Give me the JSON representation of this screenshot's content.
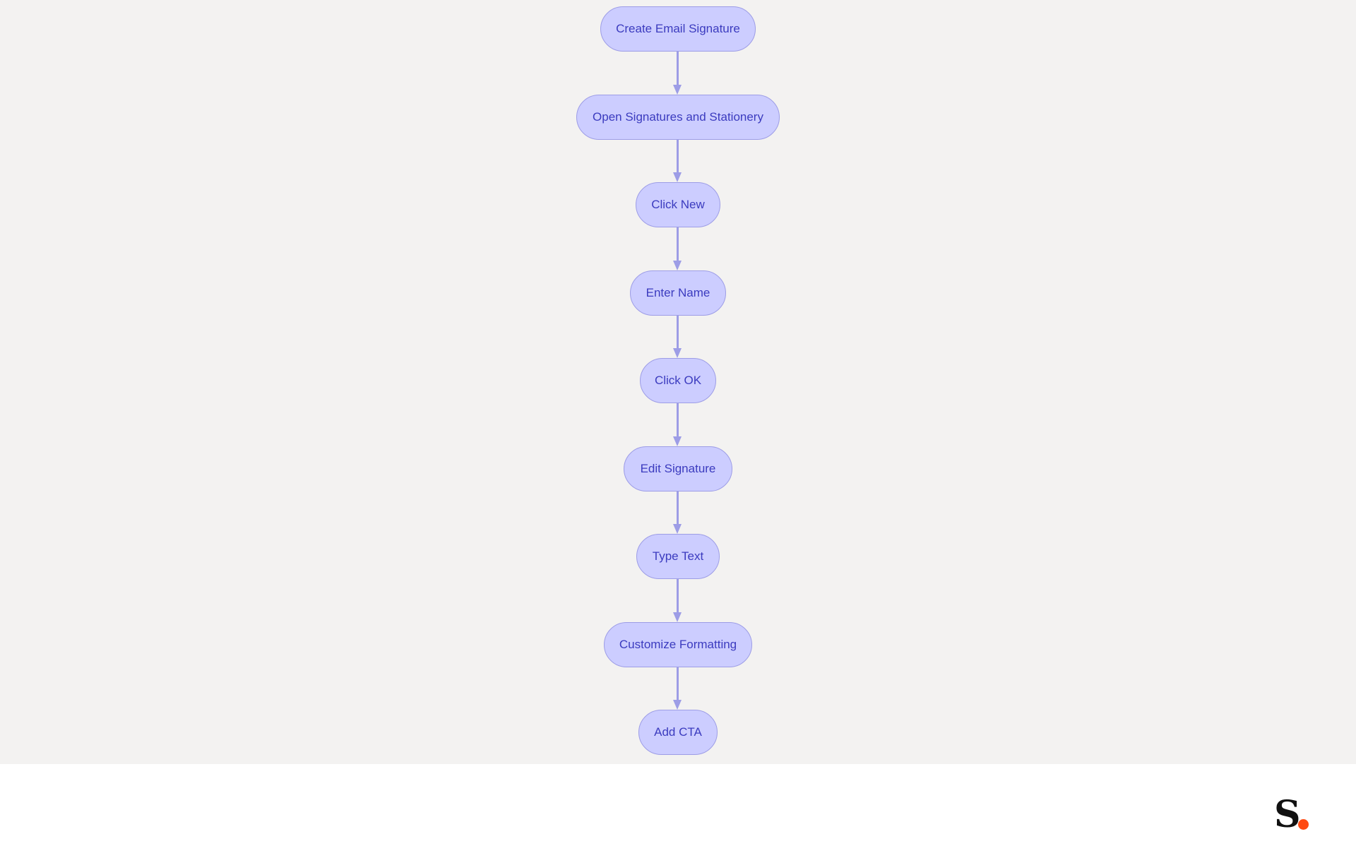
{
  "diagram": {
    "type": "flowchart",
    "direction": "top-to-bottom",
    "nodes": [
      {
        "id": "n1",
        "label": "Create Email Signature"
      },
      {
        "id": "n2",
        "label": "Open Signatures and Stationery"
      },
      {
        "id": "n3",
        "label": "Click New"
      },
      {
        "id": "n4",
        "label": "Enter Name"
      },
      {
        "id": "n5",
        "label": "Click OK"
      },
      {
        "id": "n6",
        "label": "Edit Signature"
      },
      {
        "id": "n7",
        "label": "Type Text"
      },
      {
        "id": "n8",
        "label": "Customize Formatting"
      },
      {
        "id": "n9",
        "label": "Add CTA"
      }
    ],
    "edges": [
      {
        "from": "n1",
        "to": "n2"
      },
      {
        "from": "n2",
        "to": "n3"
      },
      {
        "from": "n3",
        "to": "n4"
      },
      {
        "from": "n4",
        "to": "n5"
      },
      {
        "from": "n5",
        "to": "n6"
      },
      {
        "from": "n6",
        "to": "n7"
      },
      {
        "from": "n7",
        "to": "n8"
      },
      {
        "from": "n8",
        "to": "n9"
      }
    ]
  },
  "colors": {
    "canvas_background": "#f3f2f1",
    "node_fill": "#cccdff",
    "node_border": "#9d9de6",
    "node_text": "#3b3bbf",
    "edge": "#9d9de6",
    "brand_letter": "#111111",
    "brand_dot": "#ff4a12"
  },
  "brand": {
    "letter": "S",
    "icon": "brand-logo"
  }
}
